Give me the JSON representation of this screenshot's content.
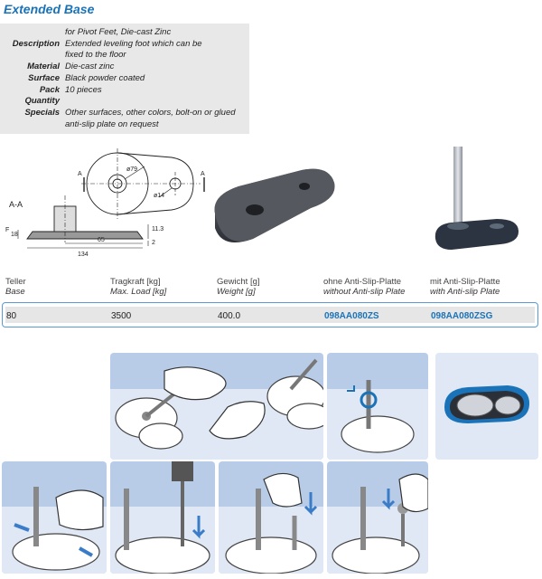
{
  "title": "Extended Base",
  "specs": {
    "intro": "for Pivot Feet, Die-cast Zinc",
    "rows": [
      {
        "key": "Description",
        "value": "Extended leveling foot which can be"
      },
      {
        "key": "",
        "value": "fixed to the floor"
      },
      {
        "key": "Material",
        "value": "Die-cast zinc"
      },
      {
        "key": "Surface",
        "value": "Black powder coated"
      },
      {
        "key": "Pack Quantity",
        "value": "10 pieces"
      },
      {
        "key": "Specials",
        "value": "Other surfaces, other colors, bolt-on or glued"
      },
      {
        "key": "",
        "value": "anti-slip plate on request"
      }
    ]
  },
  "drawing": {
    "section_label": "A-A",
    "marker": "A",
    "dim_d79": "ø79",
    "dim_d14": "ø14",
    "dim_18": "18",
    "dim_113": "11.3",
    "dim_2": "2",
    "dim_65": "65",
    "dim_134": "134",
    "dim_f": "F"
  },
  "table": {
    "headers": [
      {
        "de": "Teller",
        "en": "Base"
      },
      {
        "de": "Tragkraft [kg]",
        "en": "Max. Load [kg]"
      },
      {
        "de": "Gewicht [g]",
        "en": "Weight [g]"
      },
      {
        "de": "ohne Anti-Slip-Platte",
        "en": "without Anti-slip Plate"
      },
      {
        "de": "mit Anti-Slip-Platte",
        "en": "with Anti-slip Plate"
      }
    ],
    "row": {
      "base": "80",
      "load": "3500",
      "weight": "400.0",
      "code_without": "098AA080ZS",
      "code_with": "098AA080ZSG"
    }
  },
  "colors": {
    "accent": "#1a73b8",
    "step_bg": "#b8cce8",
    "step_bg_light": "#dfe8f4"
  }
}
